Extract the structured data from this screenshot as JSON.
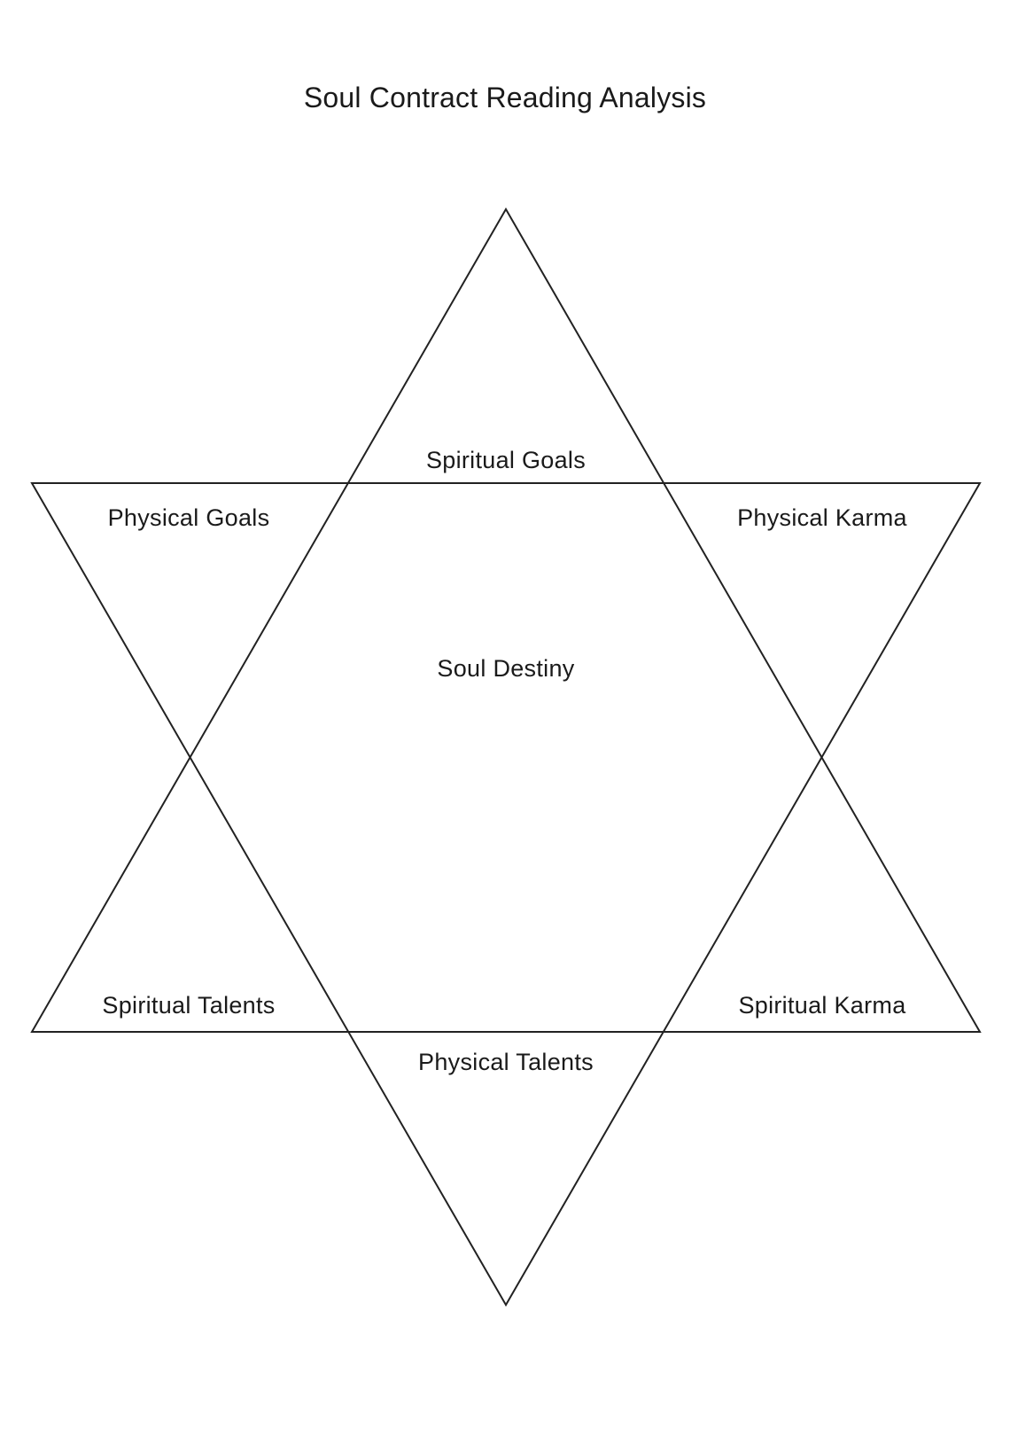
{
  "title": "Soul Contract Reading Analysis",
  "regions": {
    "spiritual_goals": "Spiritual Goals",
    "physical_goals": "Physical Goals",
    "physical_karma": "Physical Karma",
    "soul_destiny": "Soul Destiny",
    "spiritual_talents": "Spiritual Talents",
    "spiritual_karma": "Spiritual Karma",
    "physical_talents": "Physical Talents"
  },
  "colors": {
    "line": "#222222",
    "text": "#1a1a1a",
    "background": "#ffffff"
  }
}
